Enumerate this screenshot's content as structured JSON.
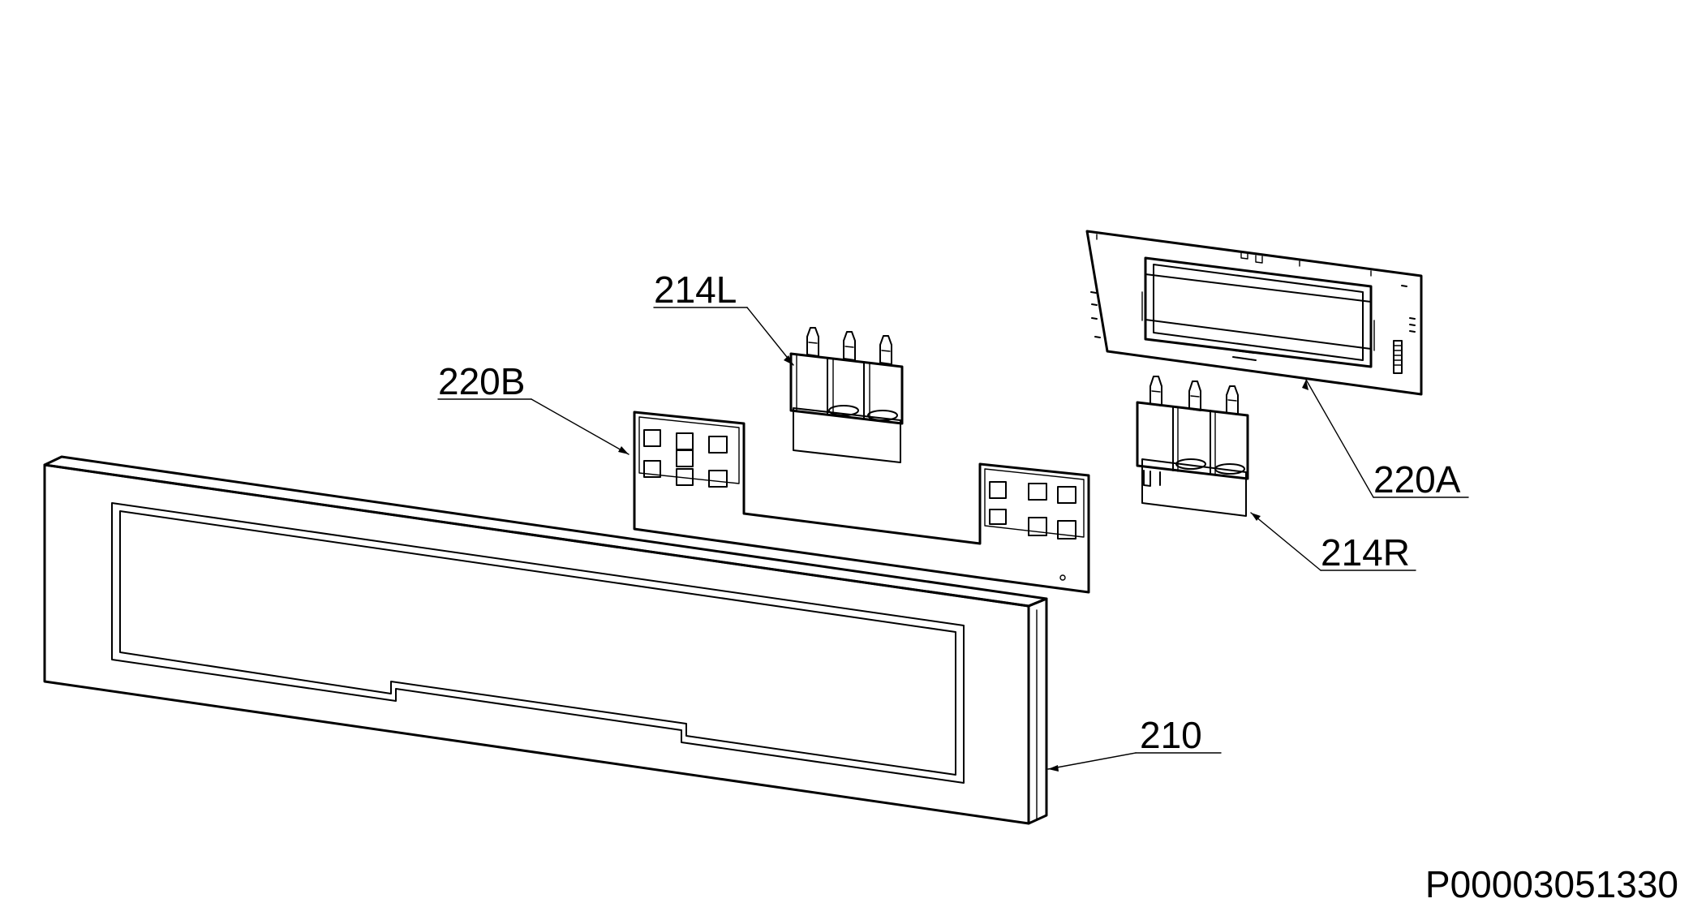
{
  "callouts": {
    "c_210": "210",
    "c_214L": "214L",
    "c_214R": "214R",
    "c_220A": "220A",
    "c_220B": "220B"
  },
  "document_number": "P00003051330",
  "parts": [
    {
      "id": "210",
      "name": "control-panel-frame"
    },
    {
      "id": "214L",
      "name": "knob-button-set-left"
    },
    {
      "id": "214R",
      "name": "knob-button-set-right"
    },
    {
      "id": "220A",
      "name": "display-circuit-board"
    },
    {
      "id": "220B",
      "name": "touch-key-board"
    }
  ]
}
